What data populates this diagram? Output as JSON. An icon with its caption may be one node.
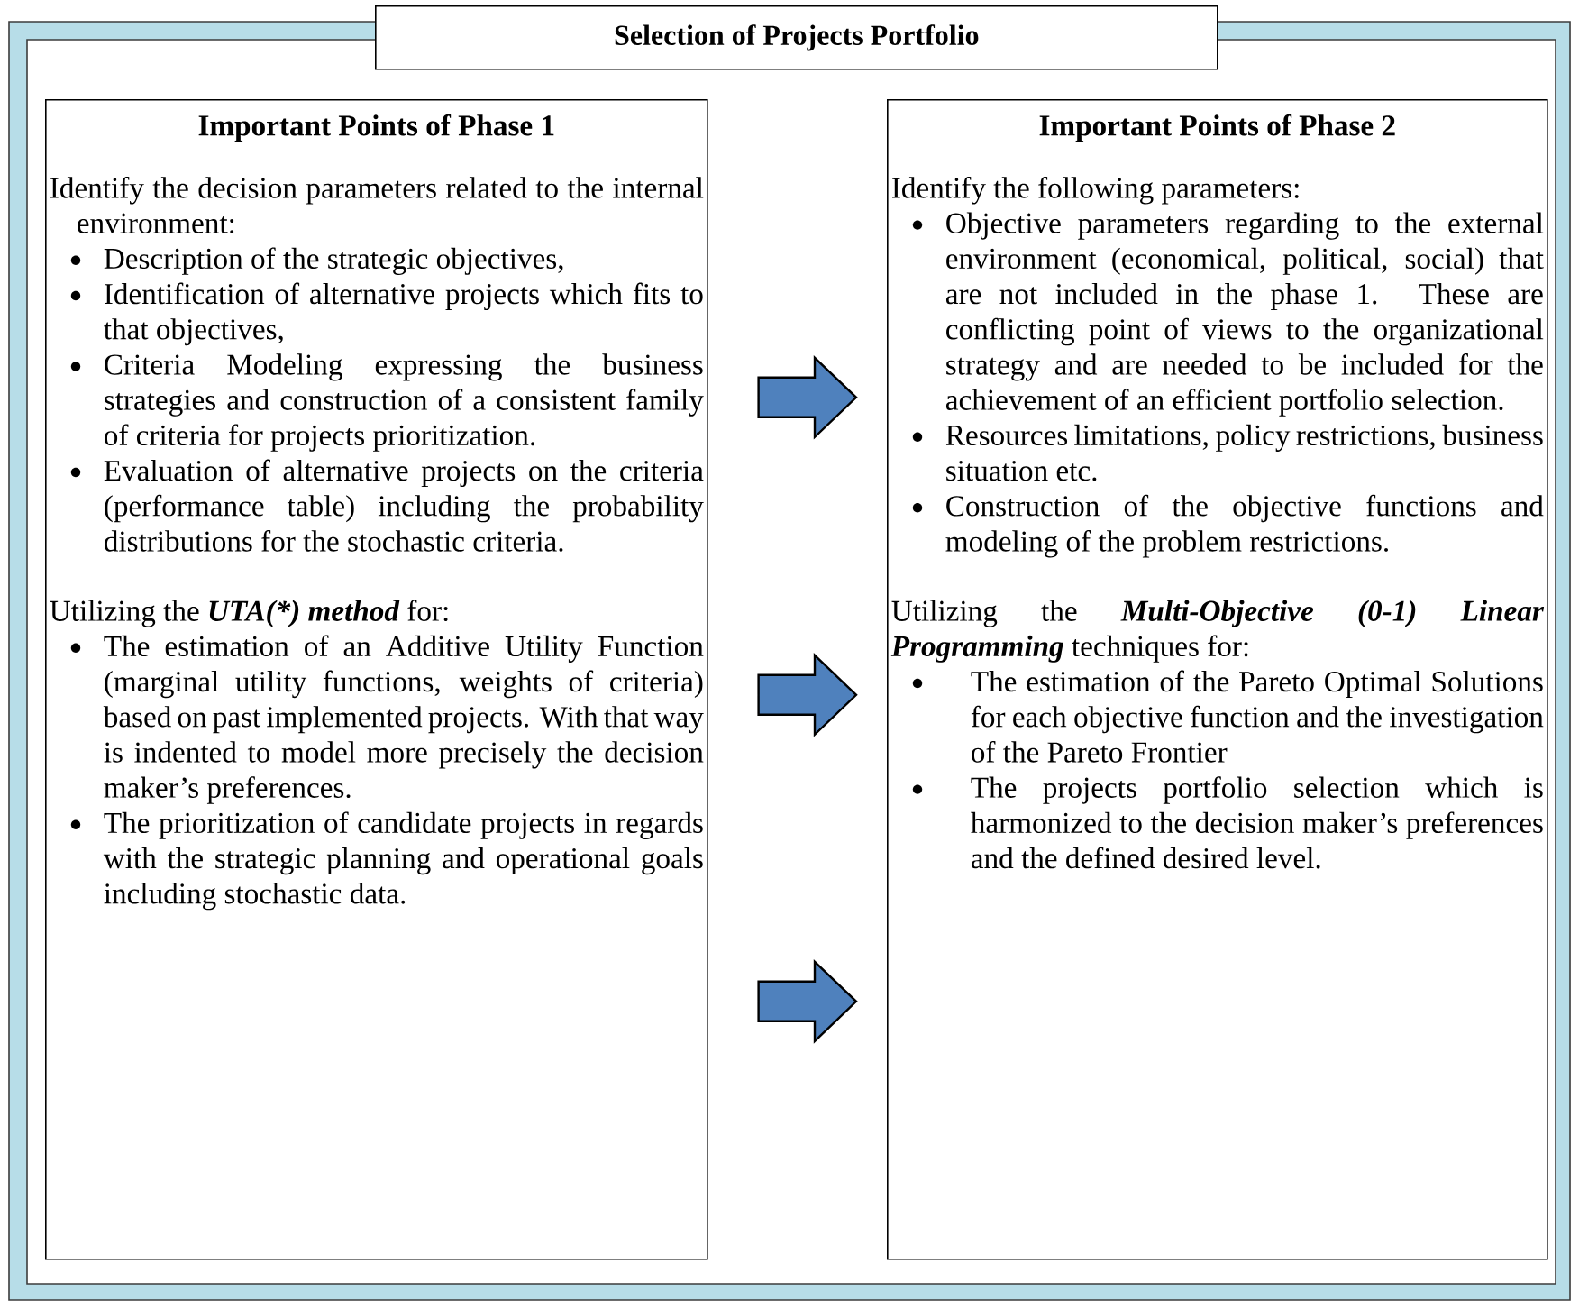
{
  "diagram": {
    "title": "Selection of Projects Portfolio",
    "nodes": [
      {
        "text": [
          "Important Points of Phase 1",
          "Identify the decision parameters related to the internal environment:",
          "Description of the strategic objectives,",
          "Identification of alternative projects which fits to that objectives,",
          "Criteria Modeling expressing the business strategies and construction of a consistent family of criteria for projects prioritization.",
          "Evaluation of alternative projects on the criteria (performance table) including the probability distributions for the stochastic criteria.",
          "Utilizing the",
          "UTA(*) method",
          "for:",
          "The estimation of an Additive Utility Function (marginal utility functions, weights of criteria) based on past implemented projects. With that way is indented to model more precisely the decision maker’s preferences.",
          "The prioritization of candidate projects in regards with the strategic planning and operational goals including stochastic data."
        ]
      },
      {
        "text": [
          "Important Points of Phase 2",
          "Identify the following parameters:",
          "Objective parameters regarding to the external environment (economical, political, social) that are not included in the phase 1. These are conflicting point of views to the organizational strategy and are needed to be included for the achievement of an efficient portfolio selection.",
          "Resources limitations, policy restrictions, business situation etc.",
          "Construction of the objective functions and modeling of the problem restrictions.",
          "Utilizing the",
          "Multi-Objective (0-1) Linear Programming",
          "techniques for:",
          "The estimation of the Pareto Optimal Solutions for each objective function and the investigation of the Pareto Frontier",
          "The projects portfolio selection which is harmonized to the decision maker’s preferences and the defined desired level."
        ]
      }
    ],
    "edges": [
      {
        "from": 0,
        "to": 1,
        "arrow": "to"
      },
      {
        "from": 0,
        "to": 1,
        "arrow": "to"
      },
      {
        "from": 0,
        "to": 1,
        "arrow": "to"
      }
    ]
  }
}
